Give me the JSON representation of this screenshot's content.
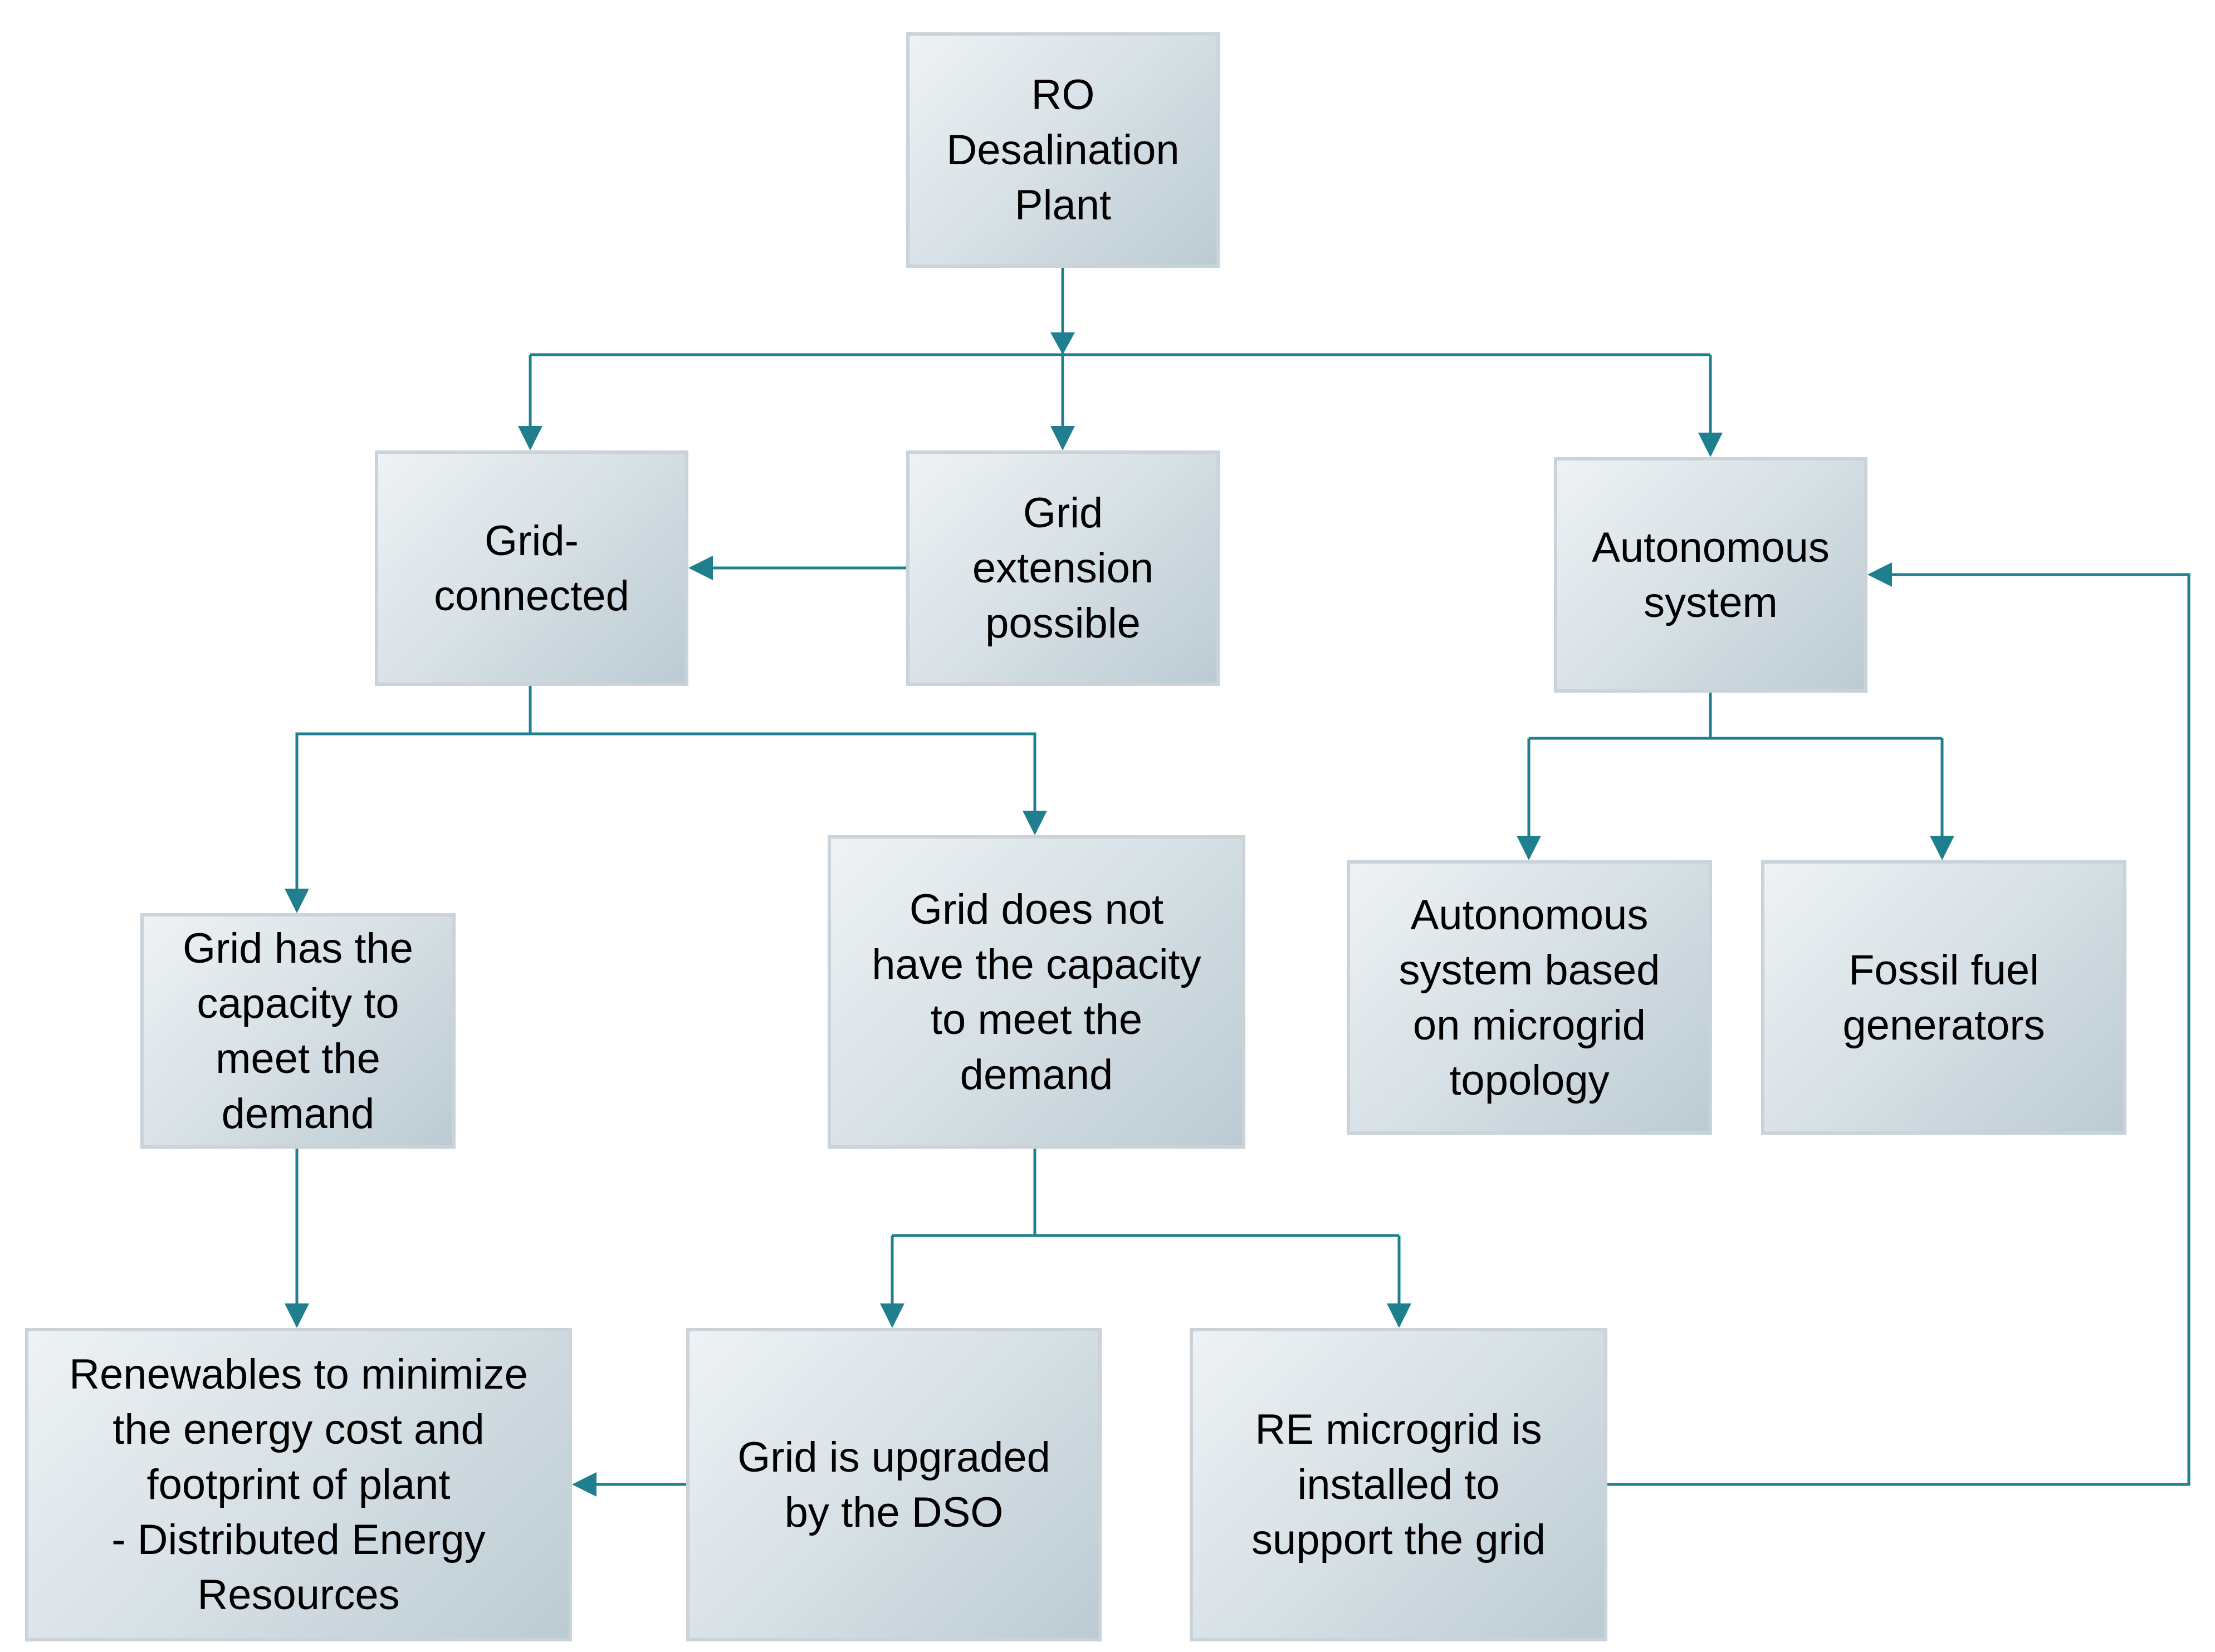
{
  "diagram": {
    "line_color": "#1f7f8f",
    "nodes": {
      "ro_plant": "RO\nDesalination\nPlant",
      "grid_connected": "Grid-\nconnected",
      "grid_extension": "Grid\nextension\npossible",
      "autonomous_system": "Autonomous\nsystem",
      "grid_has_capacity": "Grid has the\ncapacity to\nmeet the\ndemand",
      "grid_lacks_capacity": "Grid does not\nhave the capacity\nto meet the\ndemand",
      "autonomous_microgrid": "Autonomous\nsystem based\non microgrid\ntopology",
      "fossil_fuel": "Fossil fuel\ngenerators",
      "renewables": "Renewables to minimize\nthe energy cost and\nfootprint of plant\n- Distributed Energy\nResources",
      "grid_upgraded": "Grid is upgraded\nby the DSO",
      "re_microgrid": "RE microgrid is\ninstalled to\nsupport the grid"
    }
  }
}
